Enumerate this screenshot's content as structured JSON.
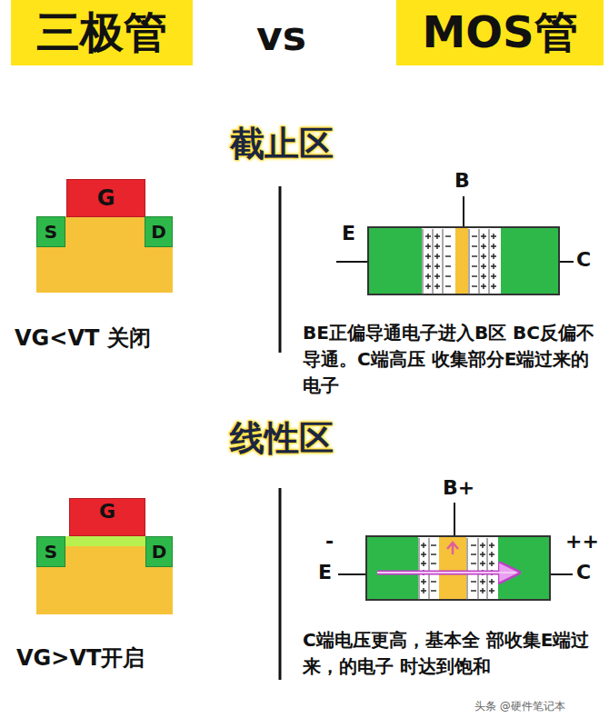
{
  "diagram": {
    "nodes": [
      {
        "text": [
          "三极管"
        ]
      },
      {
        "text": [
          "MOS管"
        ]
      },
      {
        "text": [
          "G"
        ]
      },
      {
        "text": [
          "S"
        ]
      },
      {
        "text": [
          "D"
        ]
      },
      {
        "text": [
          "G"
        ]
      },
      {
        "text": [
          "S"
        ]
      },
      {
        "text": [
          "D"
        ]
      }
    ],
    "labels": [
      "vs",
      "截止区",
      "VG<VT 关闭",
      "B",
      "E",
      "C",
      "BE正偏导通电子进入B区 BC反偏不导通。C端高压 收集部分E端过来的电子",
      "线性区",
      "VG>VT开启",
      "B+",
      "-",
      "E",
      "++",
      "C",
      "C端电压更高，基本全 部收集E端过来，的电子 时达到饱和",
      "头条 @硬件笔记本"
    ]
  }
}
